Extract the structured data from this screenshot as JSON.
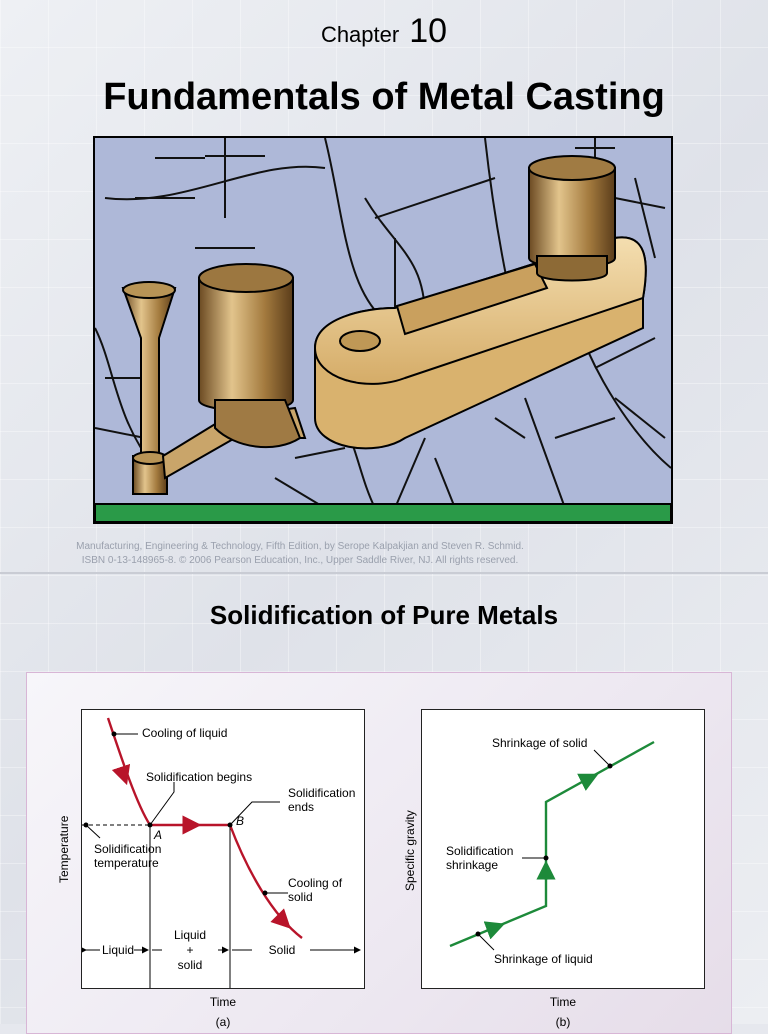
{
  "slide1": {
    "chapter_word": "Chapter",
    "chapter_number": "10",
    "title": "Fundamentals of Metal Casting",
    "credit_line1": "Manufacturing, Engineering & Technology, Fifth Edition, by Serope Kalpakjian and Steven R. Schmid.",
    "credit_line2": "ISBN 0-13-148965-8. © 2006 Pearson Education, Inc., Upper Saddle River, NJ.  All rights reserved."
  },
  "slide2": {
    "title": "Solidification of Pure Metals",
    "figure_a": {
      "ylabel": "Temperature",
      "xlabel": "Time",
      "caption": "(a)",
      "cooling_of_liquid": "Cooling of liquid",
      "solidification_begins": "Solidification begins",
      "solidification": "Solidification",
      "ends": "ends",
      "point_a": "A",
      "point_b": "B",
      "solidification_temperature_1": "Solidification",
      "solidification_temperature_2": "temperature",
      "cooling_of_solid_1": "Cooling of",
      "cooling_of_solid_2": "solid",
      "liquid": "Liquid",
      "liquid_solid_1": "Liquid",
      "liquid_solid_2": "+",
      "liquid_solid_3": "solid",
      "solid": "Solid"
    },
    "figure_b": {
      "ylabel": "Specific gravity",
      "xlabel": "Time",
      "caption": "(b)",
      "shrinkage_of_solid": "Shrinkage of solid",
      "solidification_shrinkage_1": "Solidification",
      "solidification_shrinkage_2": "shrinkage",
      "shrinkage_of_liquid": "Shrinkage of liquid"
    }
  },
  "colors": {
    "curve_a": "#b8142a",
    "curve_b": "#1d8a3a",
    "mold_bg": "#aeb8d8",
    "base_bar": "#2a9a48",
    "metal": "#c9a56a"
  }
}
